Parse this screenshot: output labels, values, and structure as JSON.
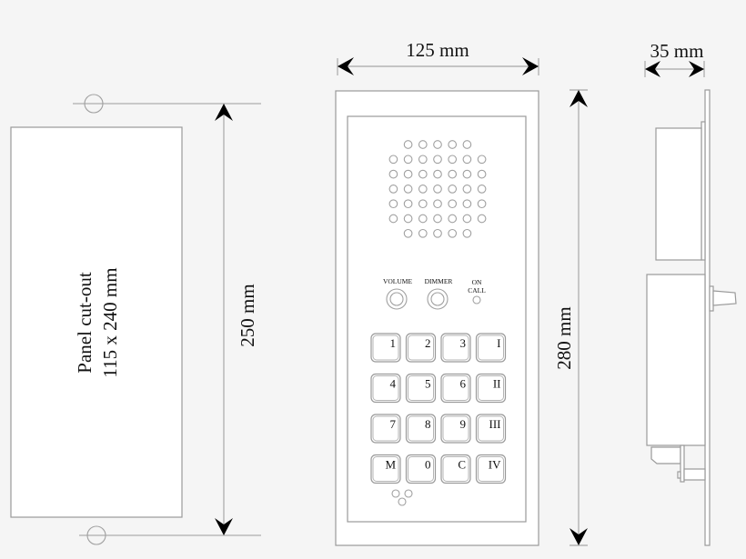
{
  "diagram": {
    "cutout": {
      "label_line1": "Panel cut-out",
      "label_line2": "115 x 240 mm",
      "height_dimension": "250 mm"
    },
    "front_view": {
      "width_dimension": "125 mm",
      "height_dimension": "280 mm",
      "controls": {
        "volume_label": "VOLUME",
        "dimmer_label": "DIMMER",
        "on_call_line1": "ON",
        "on_call_line2": "CALL"
      },
      "keypad": [
        [
          "1",
          "2",
          "3",
          "I"
        ],
        [
          "4",
          "5",
          "6",
          "II"
        ],
        [
          "7",
          "8",
          "9",
          "III"
        ],
        [
          "M",
          "0",
          "C",
          "IV"
        ]
      ],
      "speaker_grille_rows": [
        5,
        7,
        7,
        7,
        7,
        7,
        5
      ]
    },
    "side_view": {
      "depth_dimension": "35 mm"
    }
  }
}
